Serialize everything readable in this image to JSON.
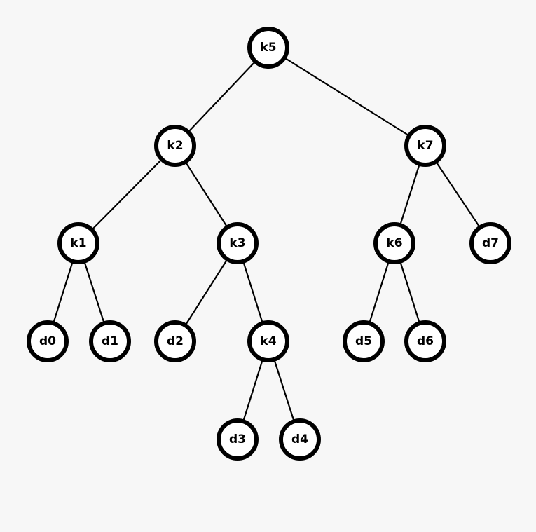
{
  "nodes": [
    {
      "id": "k5",
      "label": "k5"
    },
    {
      "id": "k2",
      "label": "k2"
    },
    {
      "id": "k7",
      "label": "k7"
    },
    {
      "id": "k1",
      "label": "k1"
    },
    {
      "id": "k3",
      "label": "k3"
    },
    {
      "id": "k6",
      "label": "k6"
    },
    {
      "id": "d7",
      "label": "d7"
    },
    {
      "id": "d0",
      "label": "d0"
    },
    {
      "id": "d1",
      "label": "d1"
    },
    {
      "id": "d2",
      "label": "d2"
    },
    {
      "id": "k4",
      "label": "k4"
    },
    {
      "id": "d5",
      "label": "d5"
    },
    {
      "id": "d6",
      "label": "d6"
    },
    {
      "id": "d3",
      "label": "d3"
    },
    {
      "id": "d4",
      "label": "d4"
    }
  ],
  "edges": [
    [
      "k5",
      "k2"
    ],
    [
      "k5",
      "k7"
    ],
    [
      "k2",
      "k1"
    ],
    [
      "k2",
      "k3"
    ],
    [
      "k7",
      "k6"
    ],
    [
      "k7",
      "d7"
    ],
    [
      "k1",
      "d0"
    ],
    [
      "k1",
      "d1"
    ],
    [
      "k3",
      "d2"
    ],
    [
      "k3",
      "k4"
    ],
    [
      "k6",
      "d5"
    ],
    [
      "k6",
      "d6"
    ],
    [
      "k4",
      "d3"
    ],
    [
      "k4",
      "d4"
    ]
  ]
}
